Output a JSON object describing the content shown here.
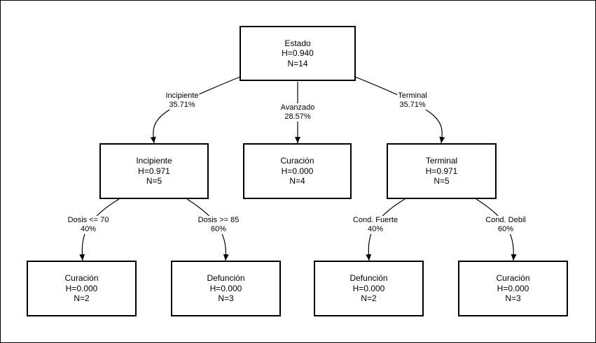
{
  "nodes": {
    "root": {
      "title": "Estado",
      "entropy": "H=0.940",
      "count": "N=14"
    },
    "incipiente": {
      "title": "Incipiente",
      "entropy": "H=0.971",
      "count": "N=5"
    },
    "avanzado": {
      "title": "Curación",
      "entropy": "H=0.000",
      "count": "N=4"
    },
    "terminal": {
      "title": "Terminal",
      "entropy": "H=0.971",
      "count": "N=5"
    },
    "leaf1": {
      "title": "Curación",
      "entropy": "H=0.000",
      "count": "N=2"
    },
    "leaf2": {
      "title": "Defunción",
      "entropy": "H=0.000",
      "count": "N=3"
    },
    "leaf3": {
      "title": "Defunción",
      "entropy": "H=0.000",
      "count": "N=2"
    },
    "leaf4": {
      "title": "Curación",
      "entropy": "H=0.000",
      "count": "N=3"
    }
  },
  "edges": {
    "incipiente": {
      "label": "Incipiente",
      "pct": "35.71%"
    },
    "avanzado": {
      "label": "Avanzado",
      "pct": "28.57%"
    },
    "terminal": {
      "label": "Terminal",
      "pct": "35.71%"
    },
    "dosis_low": {
      "label": "Dosis <= 70",
      "pct": "40%"
    },
    "dosis_high": {
      "label": "Dosis >= 85",
      "pct": "60%"
    },
    "cond_fuerte": {
      "label": "Cond. Fuerte",
      "pct": "40%"
    },
    "cond_debil": {
      "label": "Cond. Debil",
      "pct": "60%"
    }
  }
}
